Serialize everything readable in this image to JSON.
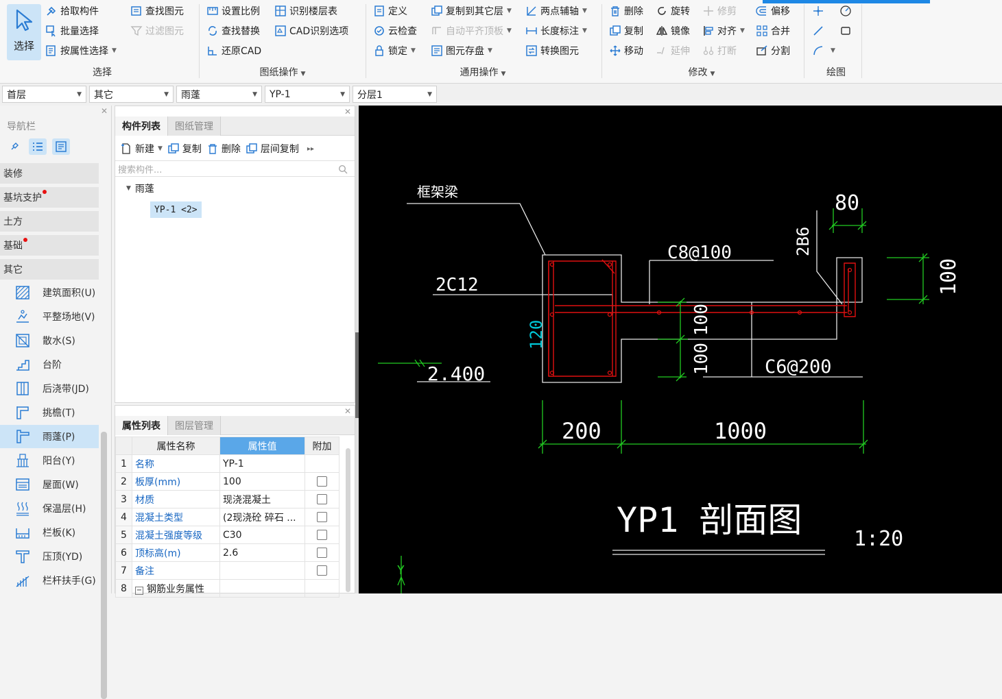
{
  "ribbon": {
    "select_label": "选择",
    "tools": {
      "pick_component": "拾取构件",
      "batch_select": "批量选择",
      "select_by_attr": "按属性选择",
      "find_element": "查找图元",
      "filter_element": "过滤图元",
      "set_scale": "设置比例",
      "find_replace": "查找替换",
      "restore_cad": "还原CAD",
      "identify_floor_table": "识别楼层表",
      "cad_identify_options": "CAD识别选项",
      "define": "定义",
      "cloud_check": "云检查",
      "lock": "锁定",
      "copy_to_other_floor": "复制到其它层",
      "auto_flat_slab": "自动平齐顶板",
      "element_storage": "图元存盘",
      "two_point_aux": "两点辅轴",
      "length_dimension": "长度标注",
      "convert_element": "转换图元",
      "delete": "删除",
      "copy": "复制",
      "move": "移动",
      "rotate": "旋转",
      "mirror": "镜像",
      "extend": "延伸",
      "trim": "修剪",
      "align": "对齐",
      "break": "打断",
      "offset": "偏移",
      "merge": "合并",
      "split": "分割"
    },
    "groups": {
      "select": "选择",
      "drawing_ops": "图纸操作",
      "common_ops": "通用操作",
      "modify": "修改",
      "draw": "绘图"
    }
  },
  "selectors": {
    "floor": "首层",
    "type": "其它",
    "component": "雨蓬",
    "name": "YP-1",
    "layer": "分层1"
  },
  "nav": {
    "title": "导航栏",
    "categories": [
      "装修",
      "基坑支护",
      "土方",
      "基础",
      "其它"
    ],
    "items": [
      "建筑面积(U)",
      "平整场地(V)",
      "散水(S)",
      "台阶",
      "后浇带(JD)",
      "挑檐(T)",
      "雨蓬(P)",
      "阳台(Y)",
      "屋面(W)",
      "保温层(H)",
      "栏板(K)",
      "压顶(YD)",
      "栏杆扶手(G)"
    ]
  },
  "component_panel": {
    "tab_list": "构件列表",
    "tab_drawing": "图纸管理",
    "new": "新建",
    "copy": "复制",
    "delete": "删除",
    "floor_copy": "层间复制",
    "search_placeholder": "搜索构件...",
    "tree_root": "雨蓬",
    "tree_item": "YP-1 <2>"
  },
  "property_panel": {
    "tab_props": "属性列表",
    "tab_layers": "图层管理",
    "col_name": "属性名称",
    "col_value": "属性值",
    "col_extra": "附加",
    "rows": [
      {
        "no": "1",
        "name": "名称",
        "value": "YP-1",
        "check": false
      },
      {
        "no": "2",
        "name": "板厚(mm)",
        "value": "100",
        "check": true
      },
      {
        "no": "3",
        "name": "材质",
        "value": "现浇混凝土",
        "check": true
      },
      {
        "no": "4",
        "name": "混凝土类型",
        "value": "(2现浇砼 碎石 ...",
        "check": true
      },
      {
        "no": "5",
        "name": "混凝土强度等级",
        "value": "C30",
        "check": true
      },
      {
        "no": "6",
        "name": "顶标高(m)",
        "value": "2.6",
        "check": true
      },
      {
        "no": "7",
        "name": "备注",
        "value": "",
        "check": true
      },
      {
        "no": "8",
        "name": "钢筋业务属性",
        "value": "",
        "check": false
      }
    ]
  },
  "drawing": {
    "label_beam": "框架梁",
    "label_80": "80",
    "label_2b6": "2B6",
    "label_c8": "C8@100",
    "label_2c12": "2C12",
    "label_100_right": "100",
    "label_120": "120",
    "label_100_a": "100",
    "label_100_b": "100",
    "label_2400": "2.400",
    "label_c6": "C6@200",
    "label_200": "200",
    "label_1000": "1000",
    "title": "YP1 剖面图",
    "scale": "1:20",
    "axis_y": "Y"
  },
  "colors": {
    "accent": "#1e88e5",
    "canvas_bg": "#000000",
    "cad_green": "#22cc22",
    "cad_red": "#e01010",
    "cad_cyan": "#00c8d8"
  }
}
